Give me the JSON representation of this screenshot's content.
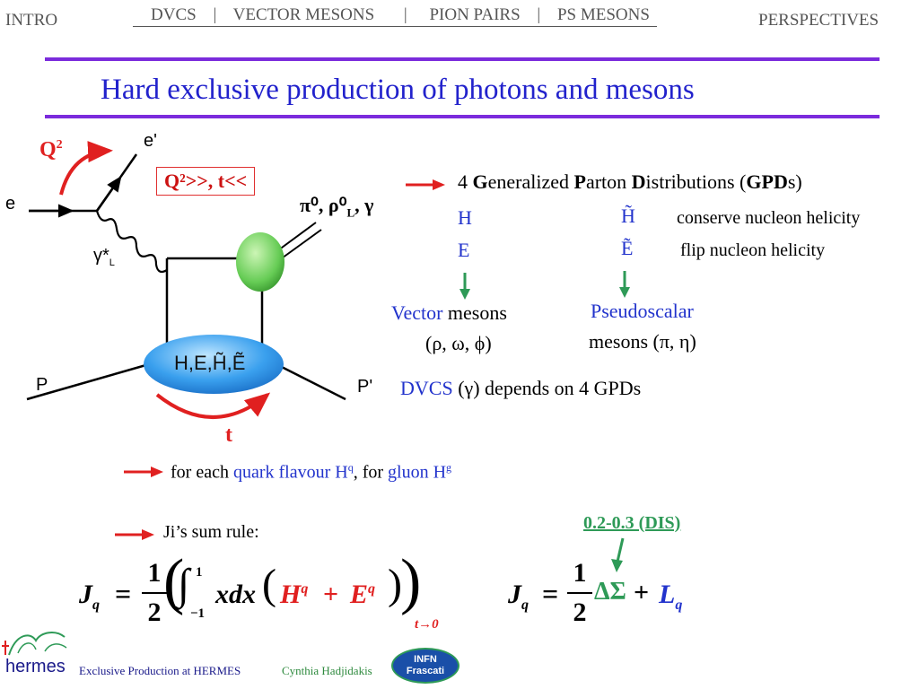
{
  "nav": {
    "intro": "INTRO",
    "center": [
      "DVCS",
      "VECTOR MESONS",
      "PION PAIRS",
      "PS MESONS"
    ],
    "separator": "|",
    "perspectives": "PERSPECTIVES"
  },
  "title": "Hard exclusive production of photons and mesons",
  "diagram": {
    "q2": "Q",
    "q2_sup": "2",
    "e_in": "e",
    "e_out": "e'",
    "gamma": "γ*",
    "gamma_sub": "L",
    "p_in": "P",
    "p_out": "P'",
    "blob_label": "H,E,H̃,Ẽ",
    "t": "t",
    "condition": "Q²>>, t<<",
    "products": "π⁰, ρ⁰",
    "products_sub": "L",
    "products_tail": ", γ"
  },
  "gpd": {
    "prefix": "4 ",
    "g": "G",
    "eneralized": "eneralized ",
    "p": "P",
    "arton": "arton ",
    "d": "D",
    "istributions": "istributions (",
    "gpd_bold": "GPD",
    "suffix": "s)",
    "h": "H",
    "h_tilde": "H̃",
    "h_desc": "conserve nucleon helicity",
    "e": "E",
    "e_tilde": "Ẽ",
    "e_desc": "flip nucleon helicity",
    "vector_blue": "Vector",
    "vector_rest": " mesons",
    "vector_list": "(ρ, ω, ϕ)",
    "pseudo_blue": "Pseudoscalar",
    "pseudo_rest": "mesons (π, η)",
    "dvcs_blue": "DVCS",
    "dvcs_rest": " (γ) depends on 4 GPDs"
  },
  "flavour": {
    "prefix": "for each ",
    "quark_blue": "quark flavour H",
    "quark_sup": "q",
    "mid": ", for ",
    "gluon_blue": "gluon H",
    "gluon_sup": "g"
  },
  "ji": {
    "label": "Ji’s sum rule:",
    "dis": "0.2-0.3 (DIS)",
    "J": "J",
    "q": "q",
    "eq": "=",
    "one": "1",
    "two": "2",
    "integral": "∫",
    "upper": "1",
    "lower": "−1",
    "xdx": "xdx",
    "H": "H",
    "plus": "+",
    "E": "E",
    "limit": "t→0",
    "delta_sigma": "ΔΣ",
    "L": "L"
  },
  "footer": {
    "logo": "hermes",
    "left": "Exclusive Production at HERMES",
    "author": "Cynthia Hadjidakis",
    "infn": "INFN",
    "frascati": "Frascati"
  },
  "colors": {
    "accent_purple": "#7b2bdc",
    "title_blue": "#2222cc",
    "arrow_red": "#e02020",
    "arrow_green": "#2e9a57",
    "blob_blue": "#3aa0ee",
    "blob_green": "#66cc55"
  }
}
